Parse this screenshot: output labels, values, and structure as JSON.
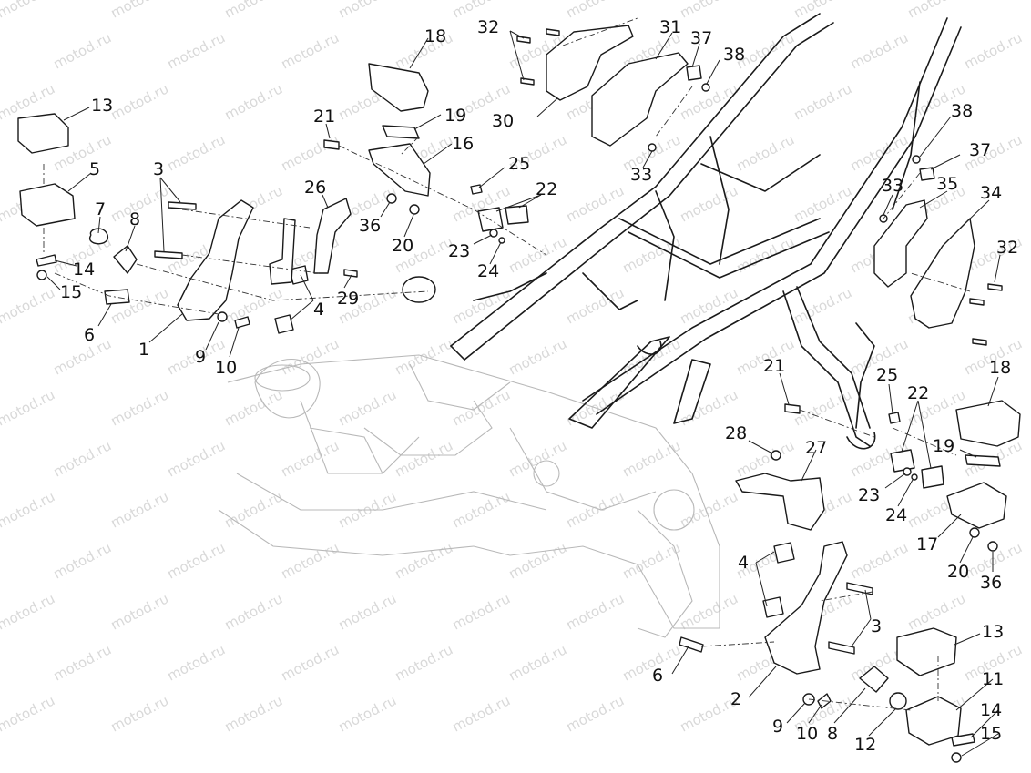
{
  "watermark": {
    "text": "motod.ru"
  },
  "colors": {
    "line": "#1a1a1a",
    "ghost": "#b8b8b8",
    "watermark": "#d9d9d9",
    "background": "#ffffff"
  },
  "callouts": [
    {
      "id": "c13a",
      "label": "13"
    },
    {
      "id": "c5",
      "label": "5"
    },
    {
      "id": "c7",
      "label": "7"
    },
    {
      "id": "c8a",
      "label": "8"
    },
    {
      "id": "c14a",
      "label": "14"
    },
    {
      "id": "c15a",
      "label": "15"
    },
    {
      "id": "c6a",
      "label": "6"
    },
    {
      "id": "c3a",
      "label": "3"
    },
    {
      "id": "c1",
      "label": "1"
    },
    {
      "id": "c9a",
      "label": "9"
    },
    {
      "id": "c10a",
      "label": "10"
    },
    {
      "id": "c4a",
      "label": "4"
    },
    {
      "id": "c26",
      "label": "26"
    },
    {
      "id": "c29",
      "label": "29"
    },
    {
      "id": "c21a",
      "label": "21"
    },
    {
      "id": "c18a",
      "label": "18"
    },
    {
      "id": "c19a",
      "label": "19"
    },
    {
      "id": "c16",
      "label": "16"
    },
    {
      "id": "c36a",
      "label": "36"
    },
    {
      "id": "c20a",
      "label": "20"
    },
    {
      "id": "c25a",
      "label": "25"
    },
    {
      "id": "c22a",
      "label": "22"
    },
    {
      "id": "c23a",
      "label": "23"
    },
    {
      "id": "c24a",
      "label": "24"
    },
    {
      "id": "c32a",
      "label": "32"
    },
    {
      "id": "c30",
      "label": "30"
    },
    {
      "id": "c31",
      "label": "31"
    },
    {
      "id": "c37a",
      "label": "37"
    },
    {
      "id": "c38a",
      "label": "38"
    },
    {
      "id": "c33a",
      "label": "33"
    },
    {
      "id": "c38b",
      "label": "38"
    },
    {
      "id": "c37b",
      "label": "37"
    },
    {
      "id": "c33b",
      "label": "33"
    },
    {
      "id": "c35",
      "label": "35"
    },
    {
      "id": "c34",
      "label": "34"
    },
    {
      "id": "c32b",
      "label": "32"
    },
    {
      "id": "c21b",
      "label": "21"
    },
    {
      "id": "c25b",
      "label": "25"
    },
    {
      "id": "c18b",
      "label": "18"
    },
    {
      "id": "c28",
      "label": "28"
    },
    {
      "id": "c27",
      "label": "27"
    },
    {
      "id": "c22b",
      "label": "22"
    },
    {
      "id": "c19b",
      "label": "19"
    },
    {
      "id": "c23b",
      "label": "23"
    },
    {
      "id": "c24b",
      "label": "24"
    },
    {
      "id": "c17",
      "label": "17"
    },
    {
      "id": "c20b",
      "label": "20"
    },
    {
      "id": "c36b",
      "label": "36"
    },
    {
      "id": "c4b",
      "label": "4"
    },
    {
      "id": "c3b",
      "label": "3"
    },
    {
      "id": "c13b",
      "label": "13"
    },
    {
      "id": "c11",
      "label": "11"
    },
    {
      "id": "c6b",
      "label": "6"
    },
    {
      "id": "c2",
      "label": "2"
    },
    {
      "id": "c14b",
      "label": "14"
    },
    {
      "id": "c15b",
      "label": "15"
    },
    {
      "id": "c9b",
      "label": "9"
    },
    {
      "id": "c10b",
      "label": "10"
    },
    {
      "id": "c8b",
      "label": "8"
    },
    {
      "id": "c12",
      "label": "12"
    }
  ]
}
